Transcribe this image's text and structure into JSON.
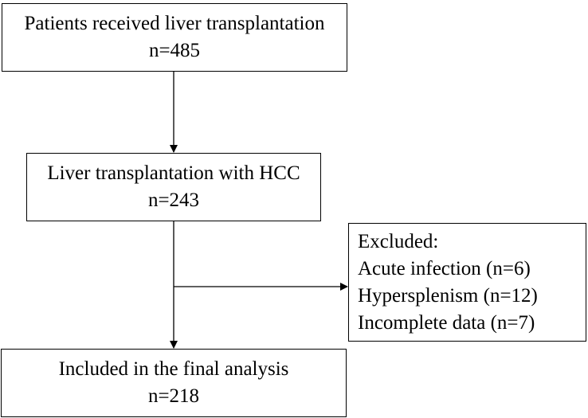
{
  "diagram": {
    "nodes": [
      {
        "id": "received",
        "lines": [
          "Patients received liver transplantation",
          "n=485"
        ]
      },
      {
        "id": "with_hcc",
        "lines": [
          "Liver transplantation with HCC",
          "n=243"
        ]
      },
      {
        "id": "excluded",
        "lines": [
          "Excluded:",
          "Acute infection (n=6)",
          "Hypersplenism (n=12)",
          "Incomplete data (n=7)"
        ]
      },
      {
        "id": "included",
        "lines": [
          "Included in the final analysis",
          "n=218"
        ]
      }
    ],
    "edges": [
      {
        "from": "received",
        "to": "with_hcc"
      },
      {
        "from": "with_hcc",
        "to": "included"
      },
      {
        "from": "with_hcc",
        "to": "excluded"
      }
    ],
    "colors": {
      "stroke": "#000000",
      "background": "#ffffff"
    }
  }
}
